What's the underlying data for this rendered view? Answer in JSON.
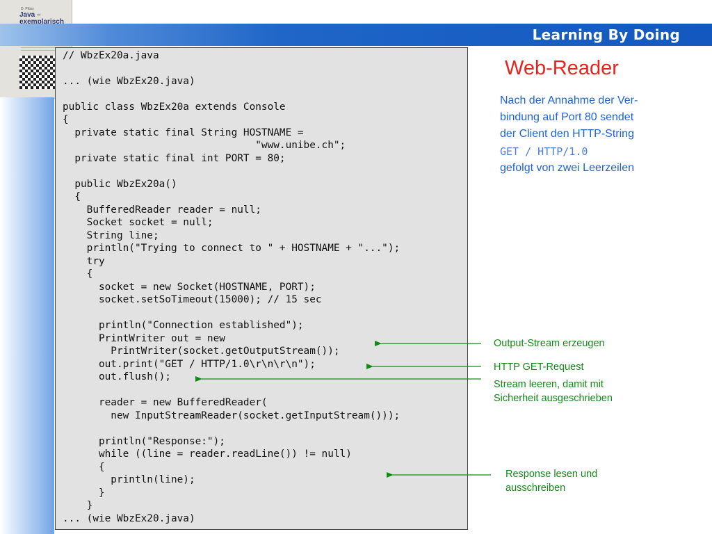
{
  "header": {
    "title": "Learning By Doing"
  },
  "book_cover": {
    "author": "D. Plüss",
    "title": "Java – exemplarisch",
    "subtitle": "Learning by doing"
  },
  "slide": {
    "title": "Web-Reader",
    "description_lines": [
      "Nach der Annahme der Ver-",
      "bindung auf Port 80 sendet",
      "der Client den HTTP-String",
      "GET / HTTP/1.0",
      "gefolgt von zwei Leerzeilen"
    ]
  },
  "code": {
    "lines": [
      "// WbzEx20a.java",
      "",
      "... (wie WbzEx20.java)",
      "",
      "public class WbzEx20a extends Console",
      "{",
      "  private static final String HOSTNAME =",
      "                                \"www.unibe.ch\";",
      "  private static final int PORT = 80;",
      "",
      "  public WbzEx20a()",
      "  {",
      "    BufferedReader reader = null;",
      "    Socket socket = null;",
      "    String line;",
      "    println(\"Trying to connect to \" + HOSTNAME + \"...\");",
      "    try",
      "    {",
      "      socket = new Socket(HOSTNAME, PORT);",
      "      socket.setSoTimeout(15000); // 15 sec",
      "",
      "      println(\"Connection established\");",
      "      PrintWriter out = new",
      "        PrintWriter(socket.getOutputStream());",
      "      out.print(\"GET / HTTP/1.0\\r\\n\\r\\n\");",
      "      out.flush();",
      "",
      "      reader = new BufferedReader(",
      "        new InputStreamReader(socket.getInputStream()));",
      "",
      "      println(\"Response:\");",
      "      while ((line = reader.readLine()) != null)",
      "      {",
      "        println(line);",
      "      }",
      "    }",
      "... (wie WbzEx20.java)"
    ]
  },
  "annotations": [
    {
      "lines": [
        "Output-Stream erzeugen"
      ]
    },
    {
      "lines": [
        "HTTP GET-Request"
      ]
    },
    {
      "lines": [
        "Stream leeren, damit mit",
        "Sicherheit ausgeschrieben"
      ]
    },
    {
      "lines": [
        "Response lesen und",
        "ausschreiben"
      ]
    }
  ],
  "colors": {
    "header_blue": "#1258bf",
    "title_red": "#e8231e",
    "description_blue": "#1e63d6",
    "annotation_green": "#118a16",
    "code_background": "#e2e2e2"
  }
}
